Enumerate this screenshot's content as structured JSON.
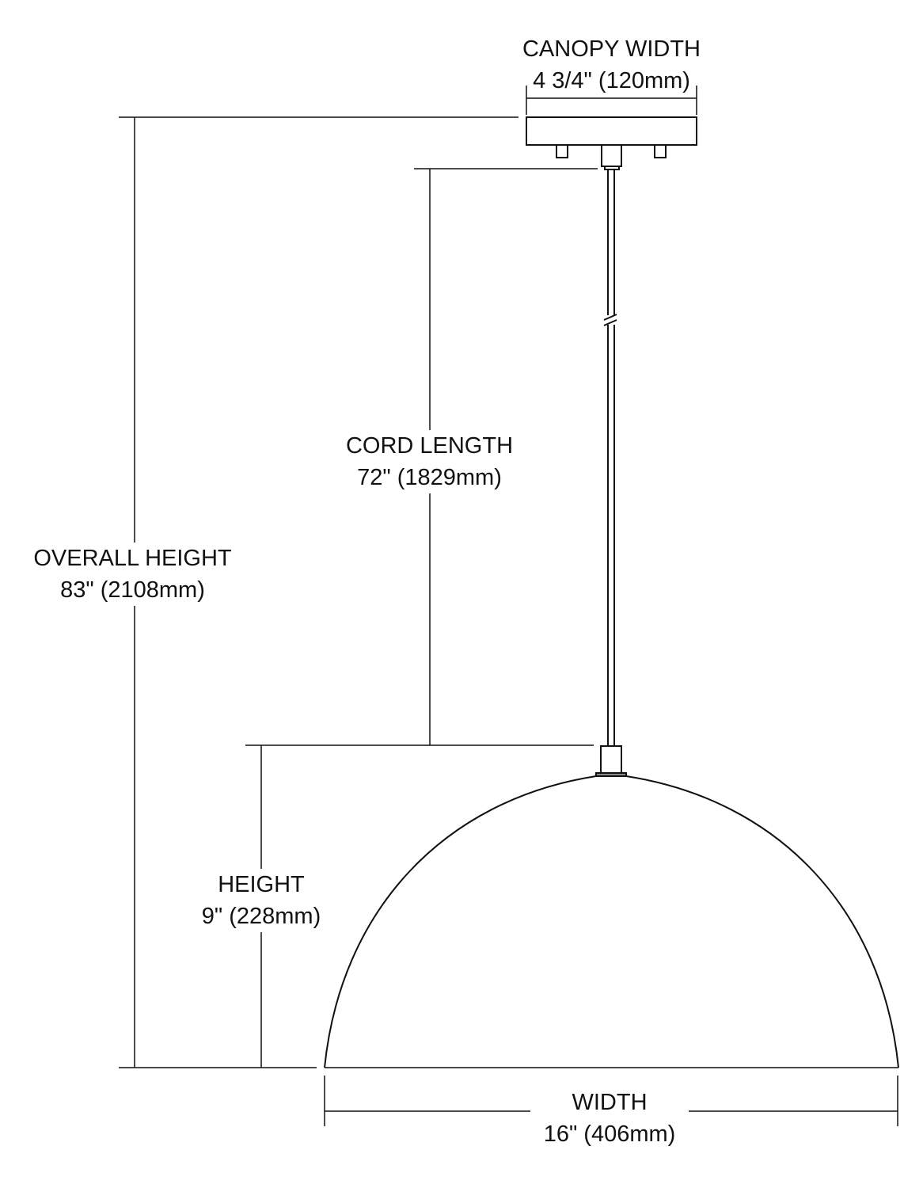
{
  "dimensions": {
    "canopy_width": {
      "label": "CANOPY WIDTH",
      "value": "4 3/4\" (120mm)"
    },
    "cord_length": {
      "label": "CORD LENGTH",
      "value": "72\" (1829mm)"
    },
    "overall_height": {
      "label": "OVERALL HEIGHT",
      "value": "83\" (2108mm)"
    },
    "height": {
      "label": "HEIGHT",
      "value": "9\" (228mm)"
    },
    "width": {
      "label": "WIDTH",
      "value": "16\" (406mm)"
    }
  }
}
